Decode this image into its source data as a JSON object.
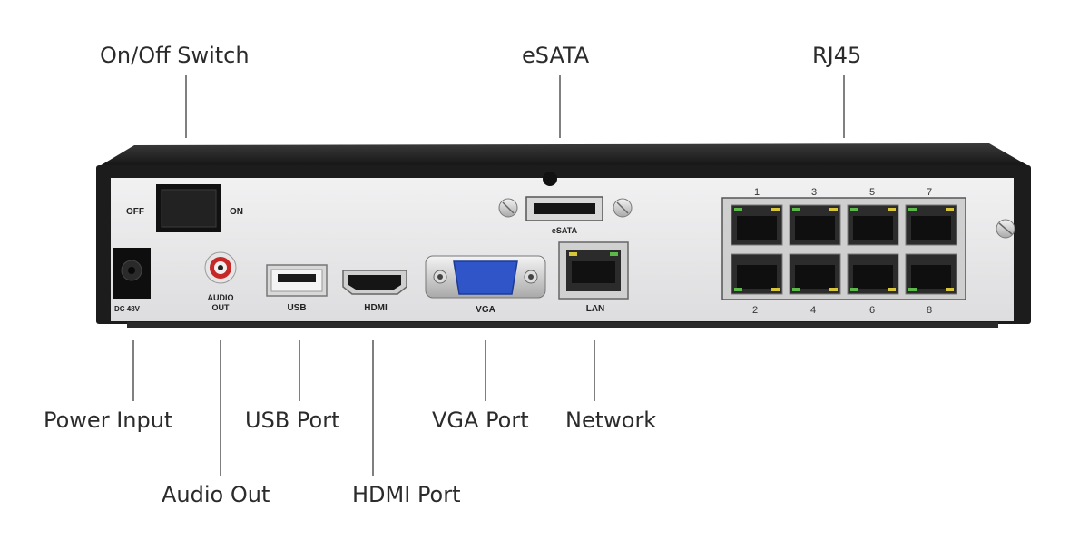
{
  "callouts": {
    "on_off_switch": "On/Off Switch",
    "esata": "eSATA",
    "rj45": "RJ45",
    "power_input": "Power Input",
    "usb_port": "USB Port",
    "vga_port": "VGA Port",
    "network": "Network",
    "audio_out": "Audio Out",
    "hdmi_port": "HDMI Port"
  },
  "panel_labels": {
    "off": "OFF",
    "on": "ON",
    "esata": "eSATA",
    "dc": "DC 48V",
    "audio_line1": "AUDIO",
    "audio_line2": "OUT",
    "usb": "USB",
    "hdmi": "HDMI",
    "vga": "VGA",
    "lan": "LAN"
  },
  "rj45_ports": {
    "top_numbers": [
      "1",
      "3",
      "5",
      "7"
    ],
    "bottom_numbers": [
      "2",
      "4",
      "6",
      "8"
    ]
  },
  "colors": {
    "chassis": "#1c1c1c",
    "panel": "#e9e9ea",
    "leader_line": "#555555",
    "vga_connector": "#2f55c8",
    "audio_ring": "#c62828",
    "led_green": "#5db84a",
    "led_yellow": "#d9c53a"
  }
}
